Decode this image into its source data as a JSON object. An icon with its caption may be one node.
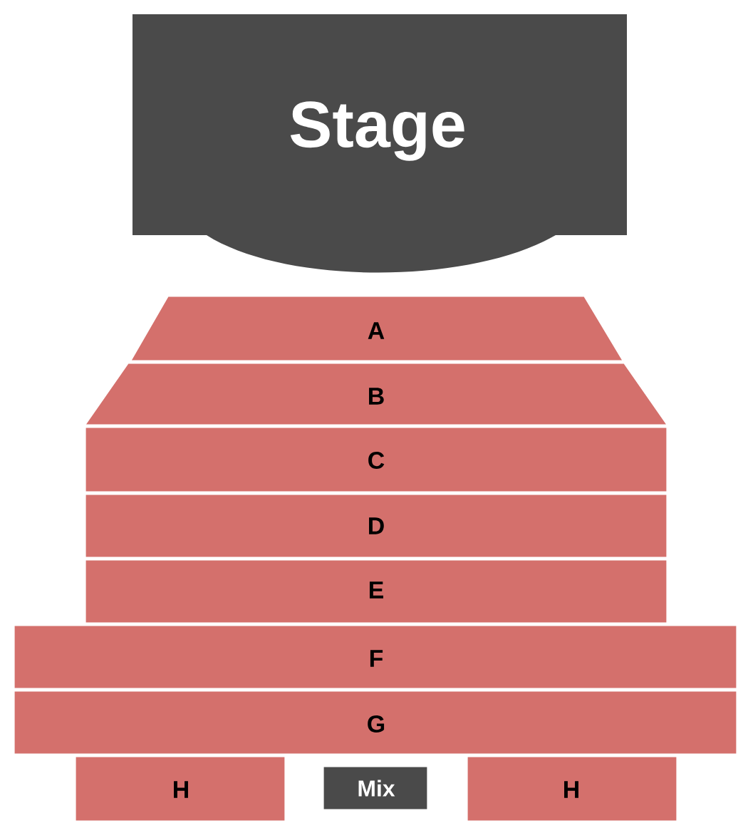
{
  "diagram": {
    "nodes": [
      {
        "text": [
          "Stage"
        ]
      },
      {
        "text": [
          "A"
        ]
      },
      {
        "text": [
          "B"
        ]
      },
      {
        "text": [
          "C"
        ]
      },
      {
        "text": [
          "D"
        ]
      },
      {
        "text": [
          "E"
        ]
      },
      {
        "text": [
          "F"
        ]
      },
      {
        "text": [
          "G"
        ]
      },
      {
        "text": [
          "H"
        ]
      },
      {
        "text": [
          "Mix"
        ]
      },
      {
        "text": [
          "H"
        ]
      }
    ]
  }
}
